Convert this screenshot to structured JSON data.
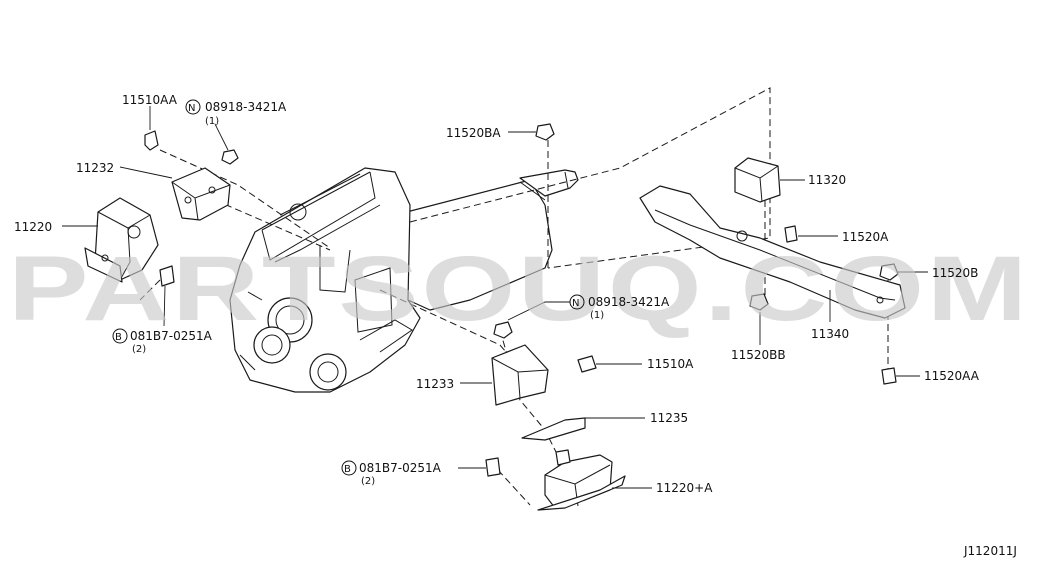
{
  "watermark": "PARTSOUQ.COM",
  "figure_code": "J112011J",
  "labels": {
    "p11510AA": "11510AA",
    "p08918_top_code": "08918-3421A",
    "p08918_top_qty": "(1)",
    "p11232": "11232",
    "p11220": "11220",
    "p081B7_left_code": "081B7-0251A",
    "p081B7_left_qty": "(2)",
    "p11520BA": "11520BA",
    "p11320": "11320",
    "p11520A": "11520A",
    "p11520B": "11520B",
    "p11340": "11340",
    "p11520BB": "11520BB",
    "p11520AA": "11520AA",
    "p08918_mid_code": "08918-3421A",
    "p08918_mid_qty": "(1)",
    "p11510A": "11510A",
    "p11233": "11233",
    "p11235": "11235",
    "p081B7_bot_code": "081B7-0251A",
    "p081B7_bot_qty": "(2)",
    "p11220A": "11220+A"
  },
  "markers": {
    "nut": "N",
    "bolt": "B"
  }
}
